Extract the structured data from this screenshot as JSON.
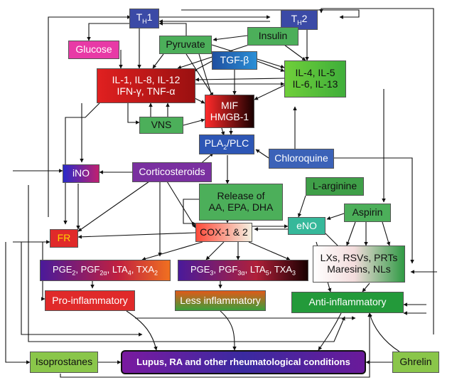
{
  "nodes": {
    "th1": {
      "label": "T",
      "sub": "H",
      "tail": "1"
    },
    "th2": {
      "label": "T",
      "sub": "H",
      "tail": "2"
    },
    "insulin": {
      "label": "Insulin"
    },
    "pyruvate": {
      "label": "Pyruvate"
    },
    "glucose": {
      "label": "Glucose"
    },
    "tgfb": {
      "label": "TGF-β"
    },
    "il_pro": {
      "line1": "IL-1, IL-8, IL-12",
      "line2": "IFN-γ, TNF-α"
    },
    "il_anti": {
      "line1": "IL-4, IL-5",
      "line2": "IL-6, IL-13"
    },
    "mif": {
      "line1": "MIF",
      "line2": "HMGB-1"
    },
    "vns": {
      "label": "VNS"
    },
    "pla2": {
      "pre": "PLA",
      "sub": "2",
      "post": "/PLC"
    },
    "chloroquine": {
      "label": "Chloroquine"
    },
    "ino": {
      "label": "iNO"
    },
    "corticosteroids": {
      "label": "Corticosteroids"
    },
    "release": {
      "line1": "Release of",
      "line2": "AA, EPA, DHA"
    },
    "larginine": {
      "label": "L-arginine"
    },
    "aspirin": {
      "label": "Aspirin"
    },
    "eno": {
      "label": "eNO"
    },
    "fr": {
      "label": "FR"
    },
    "cox": {
      "label": "COX-1 & 2"
    },
    "lxs": {
      "line1": "LXs, RSVs, PRTs",
      "line2": "Maresins, NLs"
    },
    "pge2": {
      "a": "PGE",
      "a_sub": "2",
      "b": ", PGF",
      "b_sub": "2α",
      "c": ", LTA",
      "c_sub": "4",
      "d": ", TXA",
      "d_sub": "2"
    },
    "pge3": {
      "a": "PGE",
      "a_sub": "3",
      "b": ", PGF",
      "b_sub": "3α",
      "c": ", LTA",
      "c_sub": "5",
      "d": ", TXA",
      "d_sub": "3"
    },
    "proinf": {
      "label": "Pro-inflammatory"
    },
    "lessinf": {
      "label": "Less inflammatory"
    },
    "antiinf": {
      "label": "Anti-inflammatory"
    },
    "isoprostanes": {
      "label": "Isoprostanes"
    },
    "lupus": {
      "label": "Lupus, RA and other rheumatological conditions"
    },
    "ghrelin": {
      "label": "Ghrelin"
    }
  }
}
